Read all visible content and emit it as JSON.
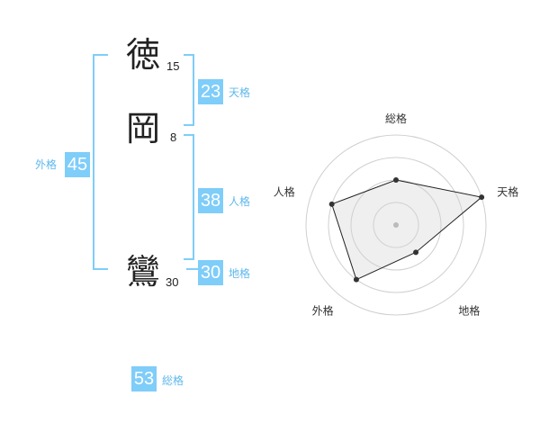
{
  "characters": [
    {
      "char": "徳",
      "strokes": "15"
    },
    {
      "char": "岡",
      "strokes": "8"
    },
    {
      "char": "鸞",
      "strokes": "30"
    }
  ],
  "scores": {
    "gaikaku": {
      "value": "45",
      "label": "外格"
    },
    "tenkaku": {
      "value": "23",
      "label": "天格"
    },
    "jinkaku": {
      "value": "38",
      "label": "人格"
    },
    "chikaku": {
      "value": "30",
      "label": "地格"
    },
    "soukaku": {
      "value": "53",
      "label": "総格"
    }
  },
  "colors": {
    "accent": "#7fcdf9",
    "label": "#5fb8ec"
  },
  "chart_data": {
    "type": "radar",
    "axes": [
      "総格",
      "天格",
      "地格",
      "外格",
      "人格"
    ],
    "values": [
      2,
      4,
      1.5,
      3,
      3
    ],
    "range": [
      0,
      4
    ],
    "rings": 4
  }
}
